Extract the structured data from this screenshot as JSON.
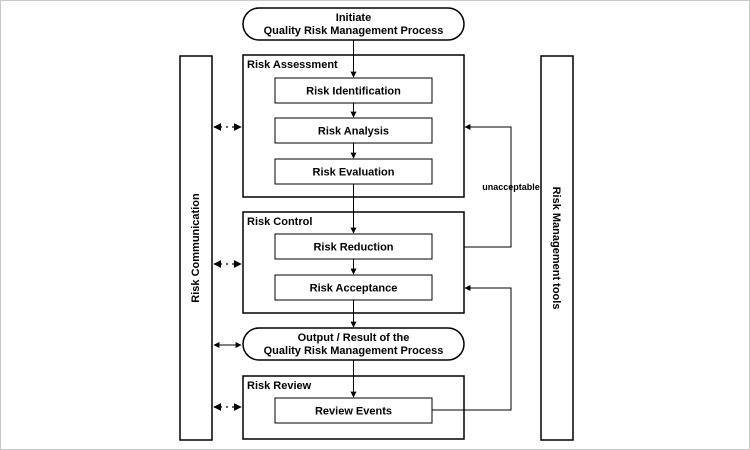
{
  "initiate": {
    "line1": "Initiate",
    "line2": "Quality Risk Management Process"
  },
  "risk_assessment": {
    "title": "Risk Assessment",
    "steps": [
      "Risk Identification",
      "Risk Analysis",
      "Risk Evaluation"
    ]
  },
  "risk_control": {
    "title": "Risk Control",
    "steps": [
      "Risk Reduction",
      "Risk Acceptance"
    ]
  },
  "output": {
    "line1": "Output / Result of the",
    "line2": "Quality Risk Management Process"
  },
  "risk_review": {
    "title": "Risk Review",
    "steps": [
      "Review Events"
    ]
  },
  "side": {
    "communication": "Risk Communication",
    "tools": "Risk Management tools"
  },
  "feedback_label": "unacceptable",
  "colors": {
    "stroke": "#000000",
    "background": "#ffffff",
    "frame": "#c8c8c8"
  }
}
